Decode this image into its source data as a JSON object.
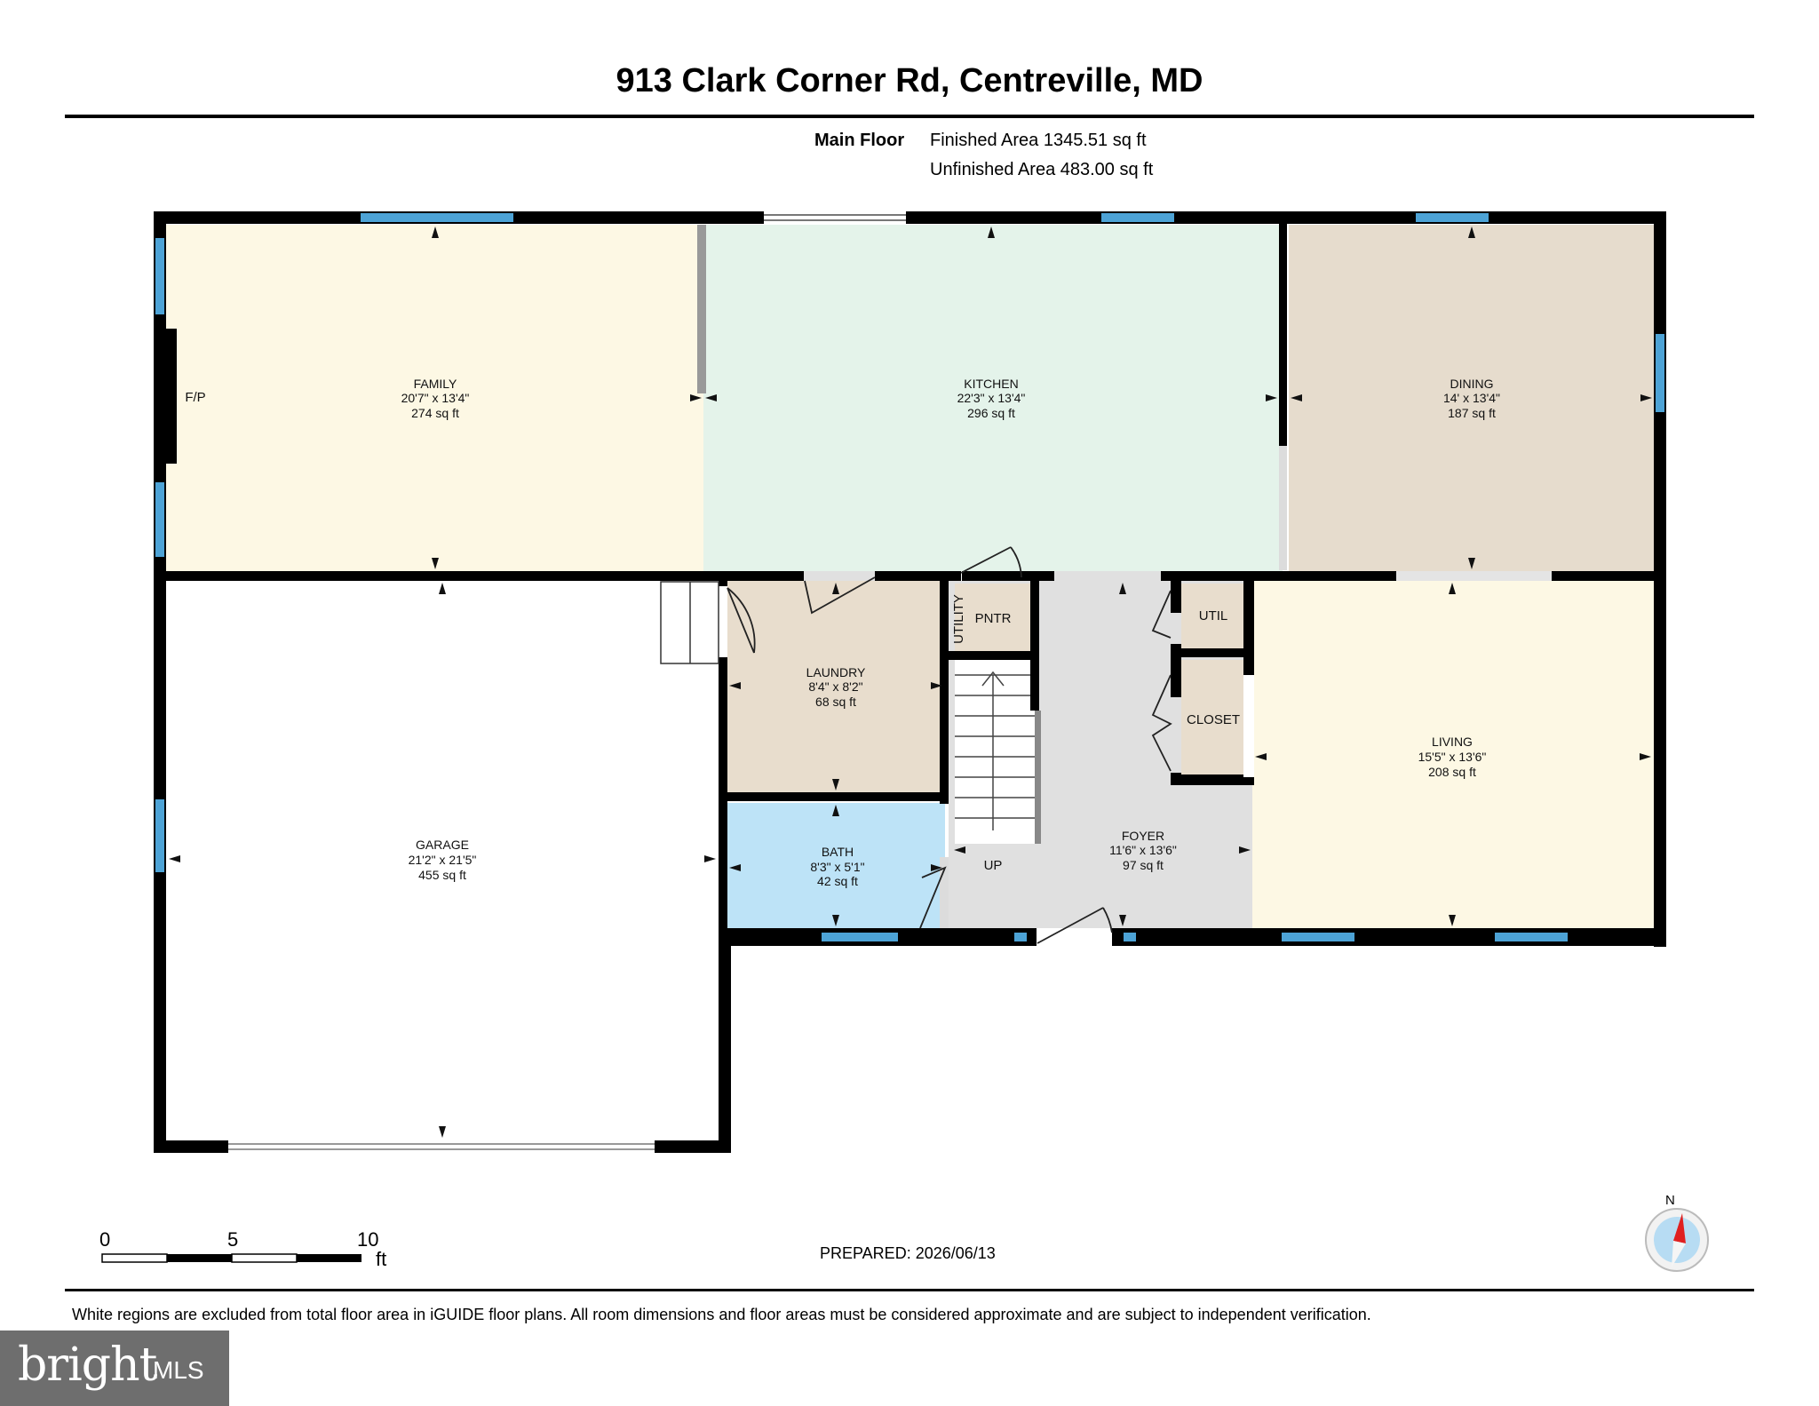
{
  "title": "913 Clark Corner Rd, Centreville, MD",
  "floor": {
    "name": "Main Floor",
    "finished_area": "Finished Area 1345.51 sq ft",
    "unfinished_area": "Unfinished Area 483.00 sq ft"
  },
  "rooms": {
    "family": {
      "name": "FAMILY",
      "dims": "20'7\" x 13'4\"",
      "area": "274 sq ft"
    },
    "kitchen": {
      "name": "KITCHEN",
      "dims": "22'3\" x 13'4\"",
      "area": "296 sq ft"
    },
    "dining": {
      "name": "DINING",
      "dims": "14' x 13'4\"",
      "area": "187 sq ft"
    },
    "garage": {
      "name": "GARAGE",
      "dims": "21'2\" x 21'5\"",
      "area": "455 sq ft"
    },
    "laundry": {
      "name": "LAUNDRY",
      "dims": "8'4\" x 8'2\"",
      "area": "68 sq ft"
    },
    "bath": {
      "name": "BATH",
      "dims": "8'3\" x 5'1\"",
      "area": "42 sq ft"
    },
    "foyer": {
      "name": "FOYER",
      "dims": "11'6\" x 13'6\"",
      "area": "97 sq ft"
    },
    "living": {
      "name": "LIVING",
      "dims": "15'5\" x 13'6\"",
      "area": "208 sq ft"
    }
  },
  "small_labels": {
    "fireplace": "F/P",
    "utility": "UTILITY",
    "pantry": "PNTR",
    "util": "UTIL",
    "closet": "CLOSET",
    "stairs_up": "UP"
  },
  "scale": {
    "ticks": [
      "0",
      "5",
      "10"
    ],
    "unit": "ft"
  },
  "compass": {
    "label": "N"
  },
  "prepared": "PREPARED: 2026/06/13",
  "disclaimer": "White regions are excluded from total floor area in iGUIDE floor plans. All room dimensions and floor areas must be considered approximate and are subject to independent verification.",
  "logo": {
    "brand": "bright",
    "suffix": "MLS"
  },
  "colors": {
    "family": "#fdf8e4",
    "kitchen": "#e4f3ea",
    "dining": "#e6dccd",
    "laundry": "#e8ddcd",
    "bath": "#bde3f7",
    "foyer": "#e0e0e0",
    "living": "#fdf8e4",
    "window": "#4da3d6",
    "wall": "#000000"
  }
}
